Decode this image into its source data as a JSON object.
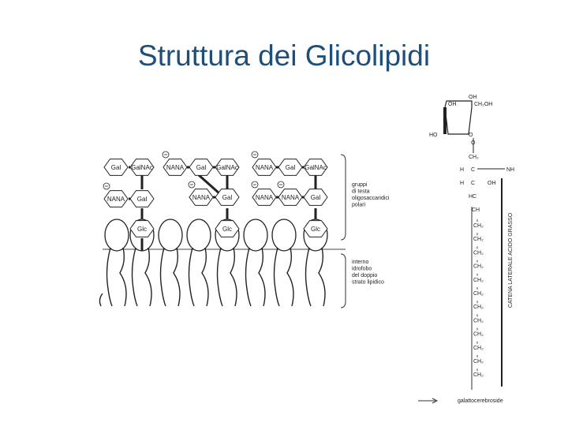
{
  "title": "Struttura dei Glicolipidi",
  "sugar_labels": {
    "gal": "Gal",
    "galnac": "GalNAc",
    "nana": "NANA",
    "glc": "Glc"
  },
  "annotations": {
    "head_groups": [
      "gruppi",
      "di testa",
      "oligosaccaridici",
      "polari"
    ],
    "hydrophobic": [
      "interno",
      "idrofobo",
      "del doppio",
      "strato lipidico"
    ]
  },
  "structure": {
    "oh": "OH",
    "ch2oh": "CH₂OH",
    "ho": "HO",
    "o": "O",
    "ch": "CH",
    "ch2": "CH₂",
    "h": "H",
    "c": "C",
    "nh": "NH",
    "hc": "HC",
    "chain_label": "CATENA LATERALE ACIDO GRASSO",
    "compound_name": "galattocerebroside"
  }
}
